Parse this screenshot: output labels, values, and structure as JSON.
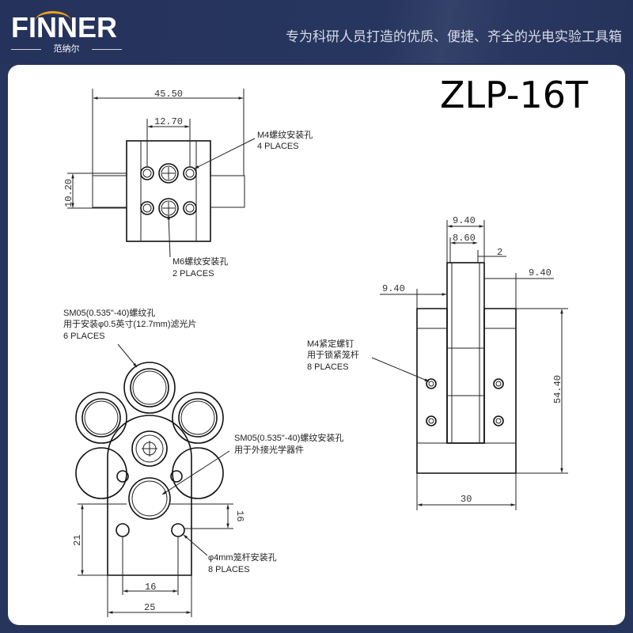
{
  "header": {
    "logo": "FINNER",
    "logo_sub": "范纳尔",
    "slogan": "专为科研人员打造的优质、便捷、齐全的光电实验工具箱"
  },
  "product": {
    "model": "ZLP-16T"
  },
  "top_view": {
    "dim_width": "45.50",
    "dim_hole_spacing": "12.70",
    "dim_height": "10.20",
    "label_m4": "M4螺纹安装孔",
    "label_m4_places": "4 PLACES",
    "label_m6": "M6螺纹安装孔",
    "label_m6_places": "2 PLACES"
  },
  "side_view": {
    "dim_top": "9.40",
    "dim_mid": "8.60",
    "dim_small": "2",
    "dim_left": "9.40",
    "dim_right": "9.40",
    "dim_height": "54.40",
    "dim_width": "30",
    "label_line1": "M4紧定螺钉",
    "label_line2": "用于锁紧笼杆",
    "label_line3": "8 PLACES"
  },
  "front_view": {
    "label_sm05_line1": "SM05(0.535\"-40)螺纹孔",
    "label_sm05_line2": "用于安装φ0.5英寸(12.7mm)滤光片",
    "label_sm05_line3": "6 PLACES",
    "label_mount_line1": "SM05(0.535\"-40)螺纹安装孔",
    "label_mount_line2": "用于外接光学器件",
    "label_cage_line1": "φ4mm笼杆安装孔",
    "label_cage_line2": "8 PLACES",
    "dim_16_h": "16",
    "dim_25": "25",
    "dim_21": "21",
    "dim_16_v": "16"
  }
}
